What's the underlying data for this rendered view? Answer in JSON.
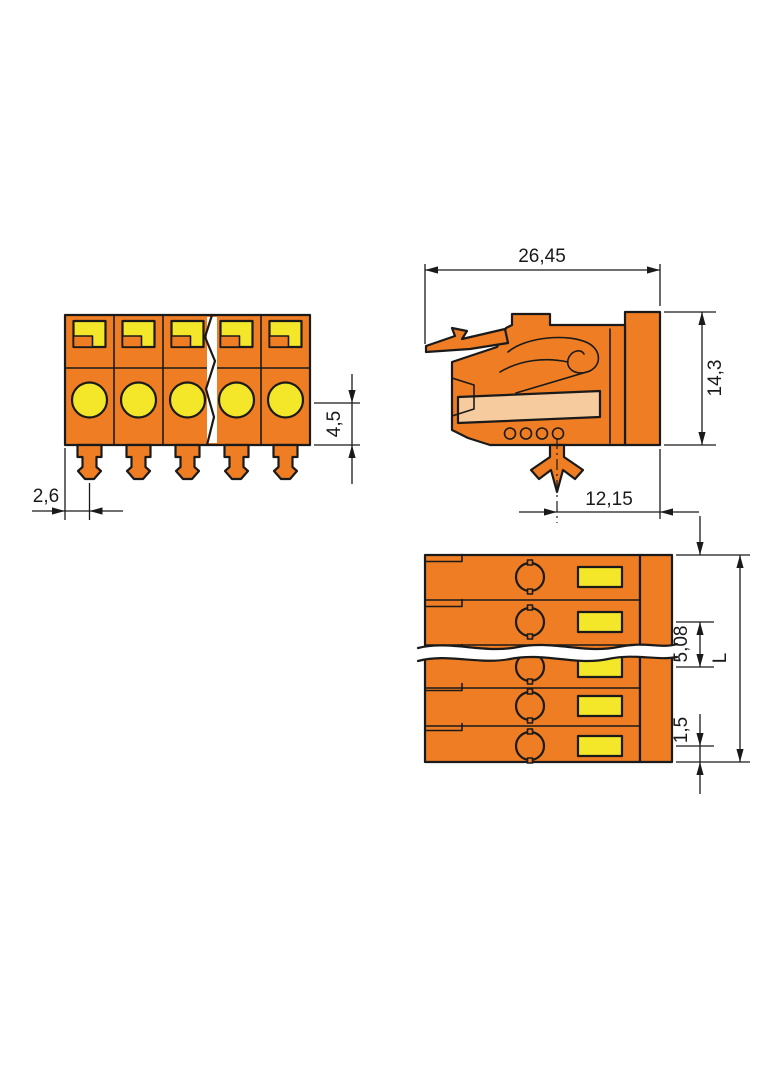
{
  "drawing": {
    "dims": {
      "front_pin_offset": "2,6",
      "front_depth": "4,5",
      "side_width": "26,45",
      "side_height": "14,3",
      "side_foot_offset": "12,15",
      "plan_pitch": "5,08",
      "plan_edge": "1,5",
      "plan_length": "L"
    },
    "colors": {
      "body": "#EE7D23",
      "accent": "#F4E72A",
      "channel": "#F6CB9E",
      "line": "#1A1A1A",
      "background": "#FFFFFF"
    }
  }
}
